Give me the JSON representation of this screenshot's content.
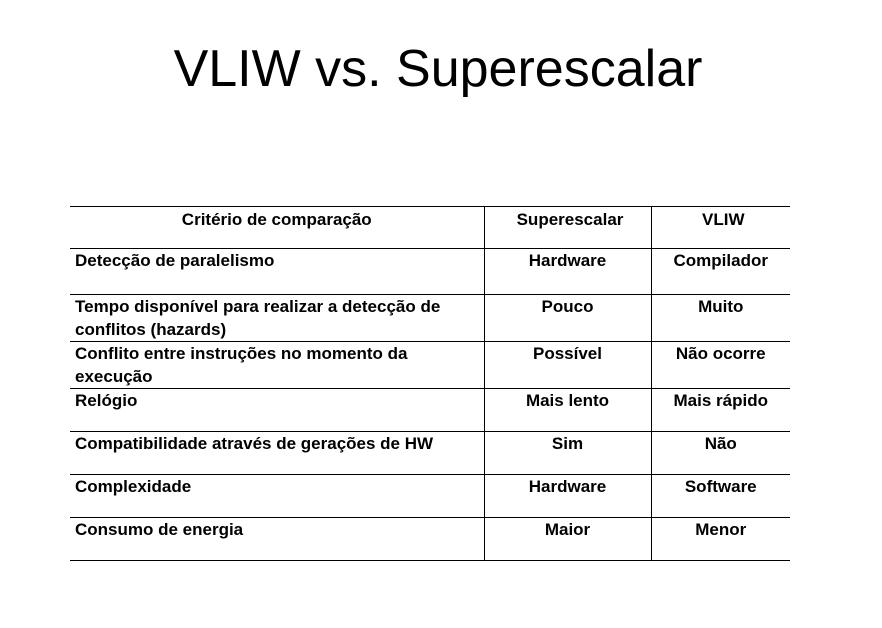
{
  "slide": {
    "title": "VLIW vs. Superescalar"
  },
  "table": {
    "headers": [
      "Critério de comparação",
      "Superescalar",
      "VLIW"
    ],
    "rows": [
      [
        "Detecção de paralelismo",
        "Hardware",
        "Compilador"
      ],
      [
        "Tempo disponível para realizar a detecção de conflitos (hazards)",
        "Pouco",
        "Muito"
      ],
      [
        "Conflito entre instruções no momento da execução",
        "Possível",
        "Não ocorre"
      ],
      [
        "Relógio",
        "Mais lento",
        "Mais rápido"
      ],
      [
        "Compatibilidade através de gerações de HW",
        "Sim",
        "Não"
      ],
      [
        "Complexidade",
        "Hardware",
        "Software"
      ],
      [
        "Consumo de energia",
        "Maior",
        "Menor"
      ]
    ]
  }
}
